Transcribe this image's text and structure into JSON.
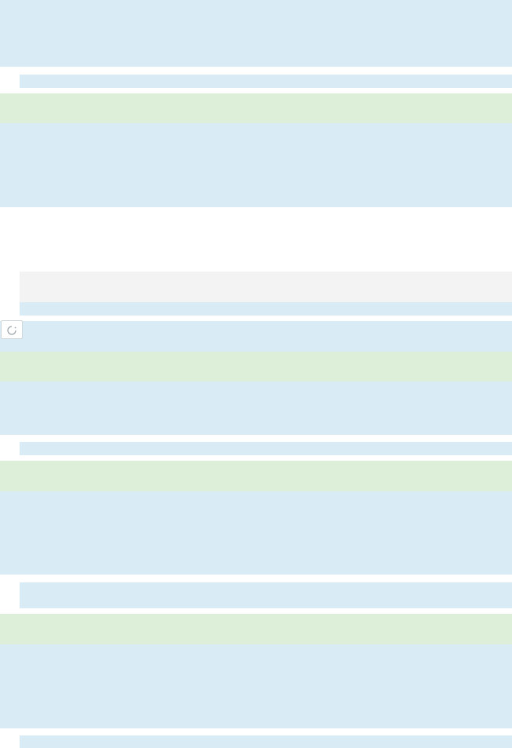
{
  "page": {
    "state": "loading",
    "background": "#ffffff"
  },
  "colors": {
    "placeholder_blue": "#d9ebf5",
    "placeholder_green": "#deefd9",
    "placeholder_gray": "#f3f3f3",
    "icon_border": "#cfd6da",
    "spinner_stroke": "#9aa3a8"
  },
  "loading_indicator": {
    "icon": "spinner-icon"
  },
  "skeleton_blocks": [
    {
      "kind": "content-block"
    },
    {
      "kind": "text-line"
    },
    {
      "kind": "header-bar"
    },
    {
      "kind": "content-block"
    },
    {
      "kind": "input-field"
    },
    {
      "kind": "text-line"
    },
    {
      "kind": "content-row"
    },
    {
      "kind": "header-bar"
    },
    {
      "kind": "content-block"
    },
    {
      "kind": "text-line"
    },
    {
      "kind": "header-bar"
    },
    {
      "kind": "content-block"
    },
    {
      "kind": "text-block"
    },
    {
      "kind": "header-bar"
    },
    {
      "kind": "content-block"
    },
    {
      "kind": "text-line"
    }
  ]
}
